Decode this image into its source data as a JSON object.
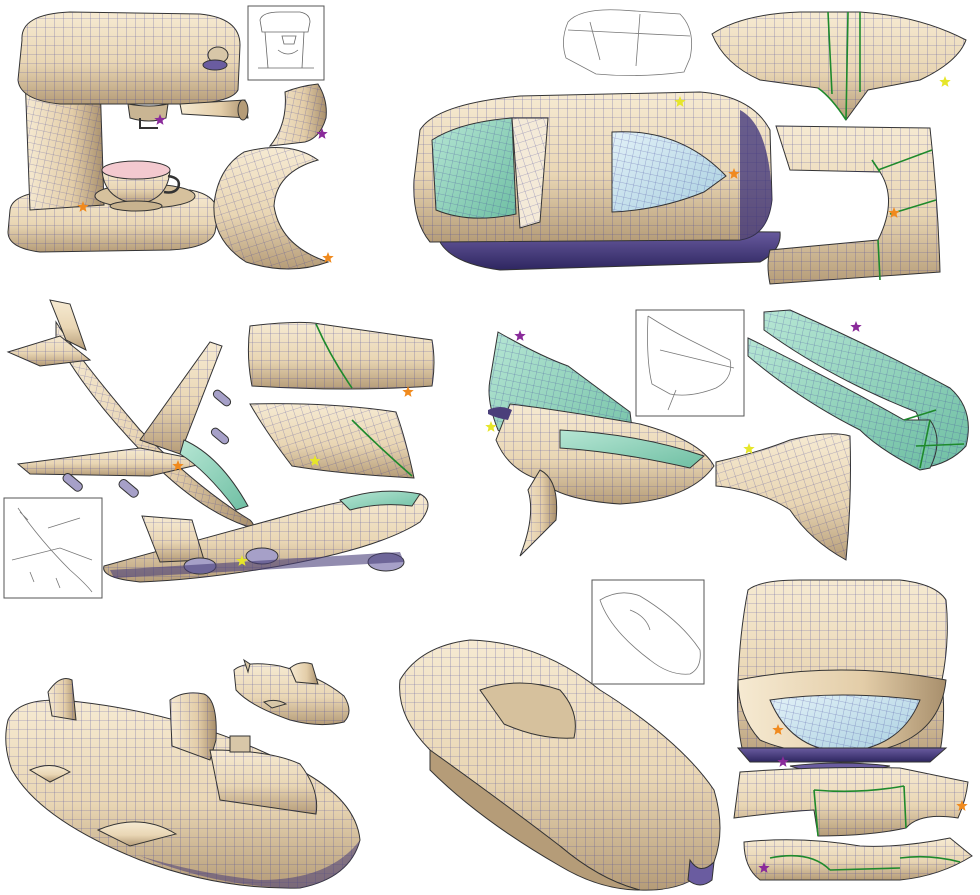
{
  "figure": {
    "palette": {
      "surface": "#e9d6b4",
      "surface_dark": "#b59c78",
      "surface_light": "#f6ead2",
      "grid_line": "#3d3f9a",
      "patch_boundary": "#1e8a2c",
      "teal_patch": "#8fd3bd",
      "blue_patch": "#c8e2ef",
      "outline": "#333333",
      "shadow": "#4a3f7a"
    },
    "markers": {
      "orange_star": "#f08a1e",
      "purple_star": "#8a2a9a",
      "yellow_star": "#e6e62a"
    },
    "panels": [
      {
        "subject": "coffee-machine",
        "parts": [
          "model",
          "sketch-inset",
          "patch-purple",
          "patch-orange"
        ]
      },
      {
        "subject": "car-body",
        "parts": [
          "model",
          "sketch-inset",
          "patch-yellow",
          "patch-orange"
        ]
      },
      {
        "subject": "airplane",
        "parts": [
          "model-top",
          "model-side",
          "sketch-inset",
          "patch-orange",
          "patch-yellow"
        ]
      },
      {
        "subject": "boat",
        "parts": [
          "model",
          "sketch-inset",
          "patch-purple",
          "patch-yellow"
        ]
      },
      {
        "subject": "submarine",
        "parts": [
          "model",
          "model-small"
        ]
      },
      {
        "subject": "sports-car",
        "parts": [
          "model",
          "sketch-inset"
        ]
      },
      {
        "subject": "car-front",
        "parts": [
          "model",
          "patch-orange",
          "patch-purple"
        ]
      }
    ]
  }
}
